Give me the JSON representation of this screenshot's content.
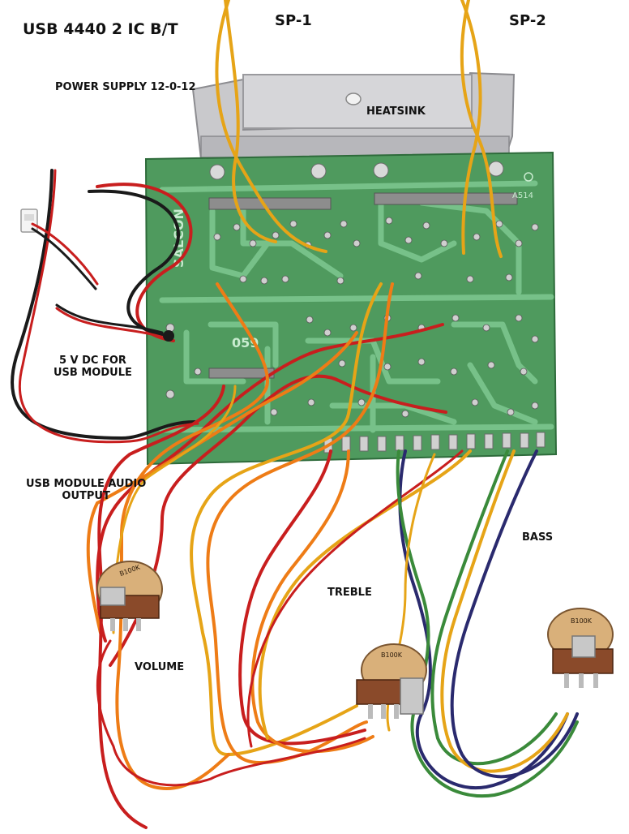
{
  "labels": {
    "title": "USB 4440 2 IC B/T",
    "sp1": "SP-1",
    "sp2": "SP-2",
    "power_supply": "POWER SUPPLY 12-0-12",
    "heatsink": "HEATSINK",
    "five_v_line1": "5 V DC FOR",
    "five_v_line2": "USB MODULE",
    "usb_out_line1": "USB MODULE AUDIO",
    "usb_out_line2": "OUTPUT",
    "bass": "BASS",
    "treble": "TREBLE",
    "volume": "VOLUME"
  },
  "board": {
    "brand": "SALCON",
    "marking": "059",
    "code": "A514"
  },
  "pots": {
    "volume": "B100K",
    "treble": "B100K",
    "bass": "B100K"
  },
  "colors": {
    "pcb": "#4f9a5e",
    "trace": "#7cc68e",
    "heatsink": "#c7c7cb",
    "wire_yellow": "#e6a417",
    "wire_red": "#c81e1e",
    "wire_orange": "#ee7c16",
    "wire_green": "#3a8a3a",
    "wire_blue": "#2a2a6e",
    "wire_black": "#1a1a1a",
    "pot_body": "#8a4a2a"
  }
}
